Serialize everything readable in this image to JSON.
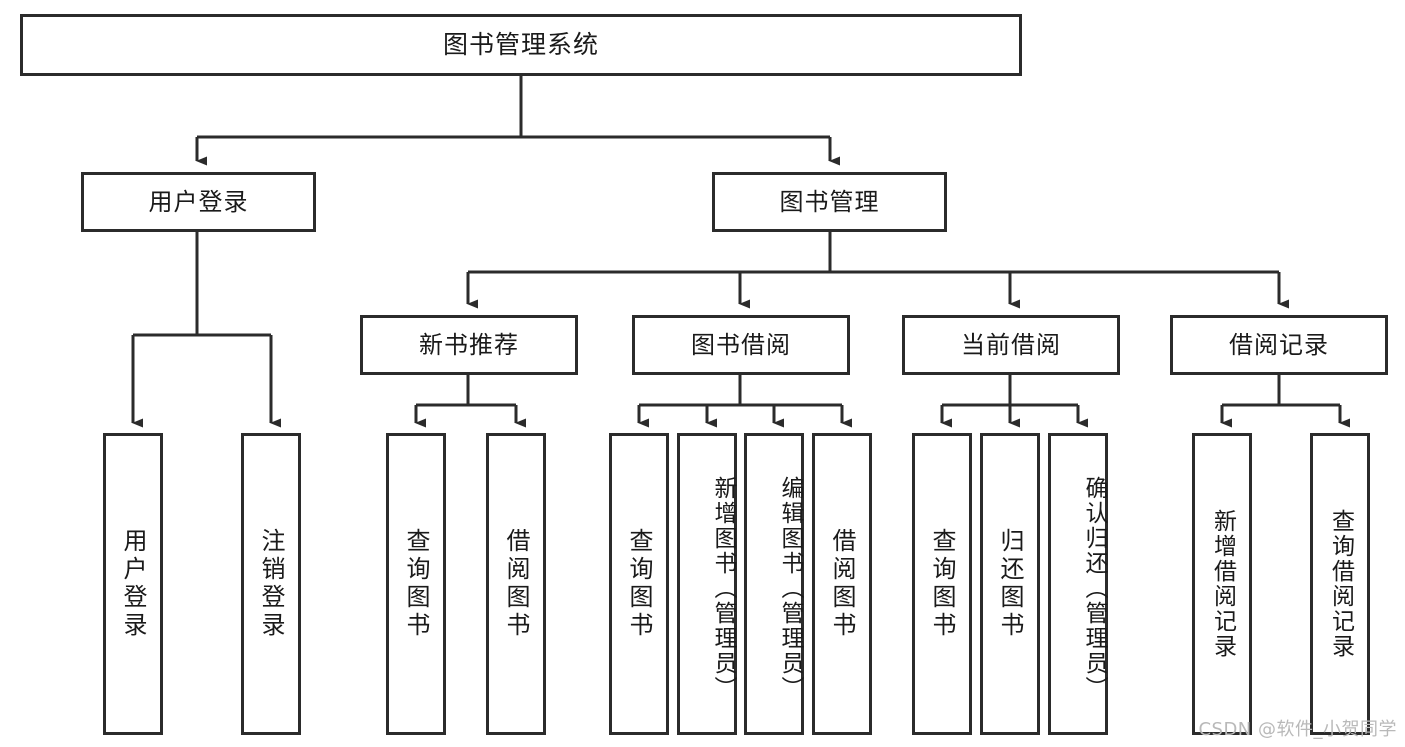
{
  "diagram": {
    "title": "图书管理系统",
    "type": "hierarchy-tree",
    "watermark": "CSDN @软件_小贺同学",
    "colors": {
      "box_border": "#2b2b2b",
      "box_fill": "#ffffff",
      "edge": "#2b2b2b",
      "text": "#1a1a1a",
      "watermark": "#b9b9b9"
    },
    "root": {
      "label": "图书管理系统"
    },
    "level2": [
      {
        "label": "用户登录"
      },
      {
        "label": "图书管理"
      }
    ],
    "level3": [
      {
        "label": "新书推荐"
      },
      {
        "label": "图书借阅"
      },
      {
        "label": "当前借阅"
      },
      {
        "label": "借阅记录"
      }
    ],
    "leaves": {
      "user_login": [
        {
          "label": "用户登录"
        },
        {
          "label": "注销登录"
        }
      ],
      "new_book": [
        {
          "label": "查询图书"
        },
        {
          "label": "借阅图书"
        }
      ],
      "book_borrow": [
        {
          "label": "查询图书"
        },
        {
          "label": "新增图书（管理员）"
        },
        {
          "label": "编辑图书（管理员）"
        },
        {
          "label": "借阅图书"
        }
      ],
      "current_borrow": [
        {
          "label": "查询图书"
        },
        {
          "label": "归还图书"
        },
        {
          "label": "确认归还（管理员）"
        }
      ],
      "borrow_record": [
        {
          "label": "新增借阅记录"
        },
        {
          "label": "查询借阅记录"
        }
      ]
    }
  }
}
